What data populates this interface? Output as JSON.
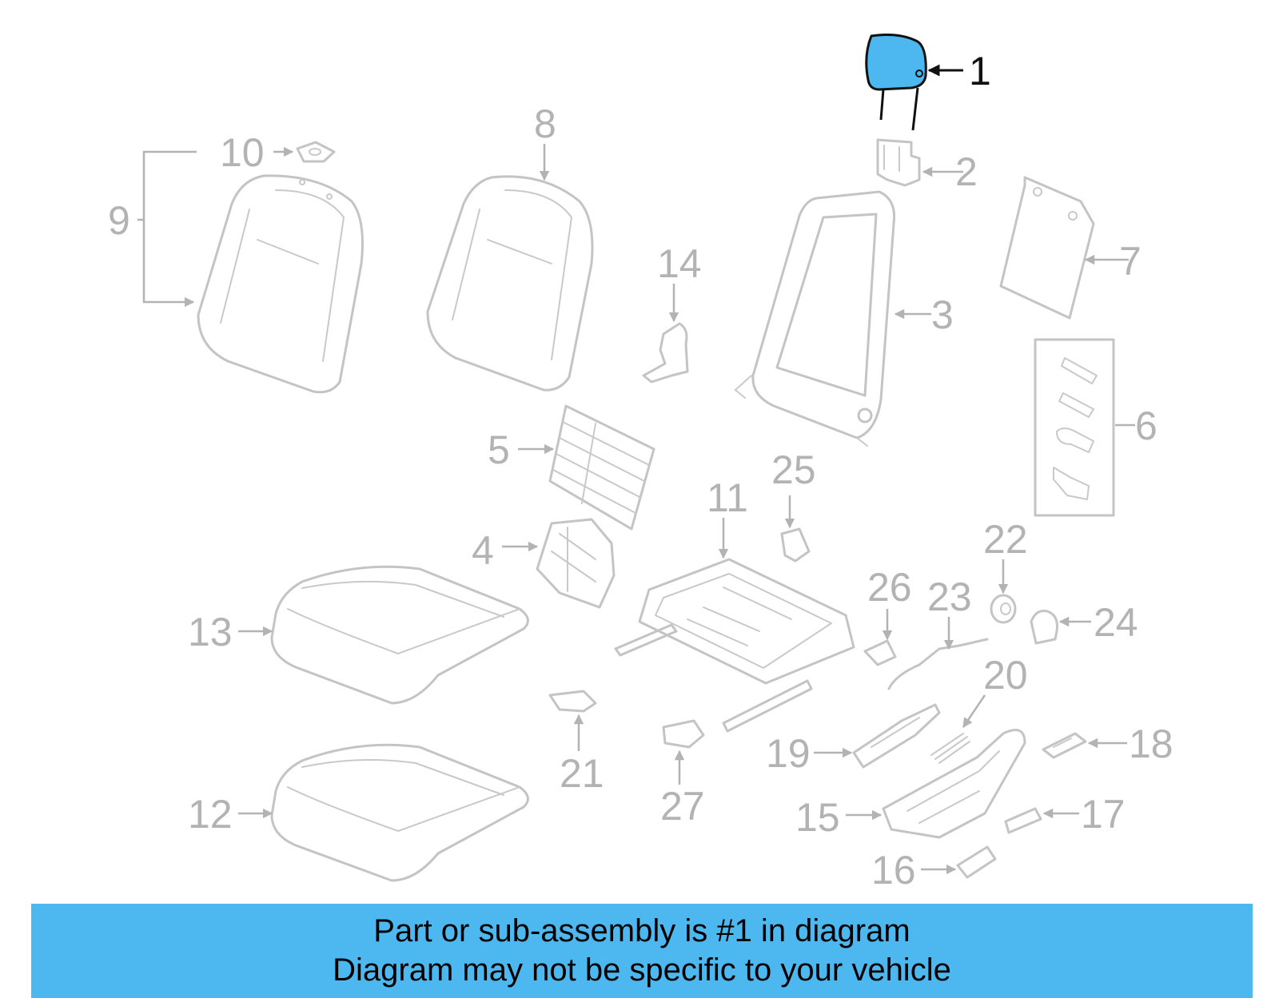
{
  "callouts": [
    {
      "id": "1",
      "label": "1",
      "highlighted": true
    },
    {
      "id": "2",
      "label": "2"
    },
    {
      "id": "3",
      "label": "3"
    },
    {
      "id": "4",
      "label": "4"
    },
    {
      "id": "5",
      "label": "5"
    },
    {
      "id": "6",
      "label": "6"
    },
    {
      "id": "7",
      "label": "7"
    },
    {
      "id": "8",
      "label": "8"
    },
    {
      "id": "9",
      "label": "9"
    },
    {
      "id": "10",
      "label": "10"
    },
    {
      "id": "11",
      "label": "11"
    },
    {
      "id": "12",
      "label": "12"
    },
    {
      "id": "13",
      "label": "13"
    },
    {
      "id": "14",
      "label": "14"
    },
    {
      "id": "15",
      "label": "15"
    },
    {
      "id": "16",
      "label": "16"
    },
    {
      "id": "17",
      "label": "17"
    },
    {
      "id": "18",
      "label": "18"
    },
    {
      "id": "19",
      "label": "19"
    },
    {
      "id": "20",
      "label": "20"
    },
    {
      "id": "21",
      "label": "21"
    },
    {
      "id": "22",
      "label": "22"
    },
    {
      "id": "23",
      "label": "23"
    },
    {
      "id": "24",
      "label": "24"
    },
    {
      "id": "25",
      "label": "25"
    },
    {
      "id": "26",
      "label": "26"
    },
    {
      "id": "27",
      "label": "27"
    }
  ],
  "banner": {
    "line1": "Part or sub-assembly is #1 in diagram",
    "line2": "Diagram may not be specific to your vehicle"
  },
  "colors": {
    "highlight": "#4db8ef",
    "parts": "#c4c4c4",
    "labels": "#b3b3b3",
    "active_label": "#111111",
    "banner_bg": "#4db8ef"
  }
}
